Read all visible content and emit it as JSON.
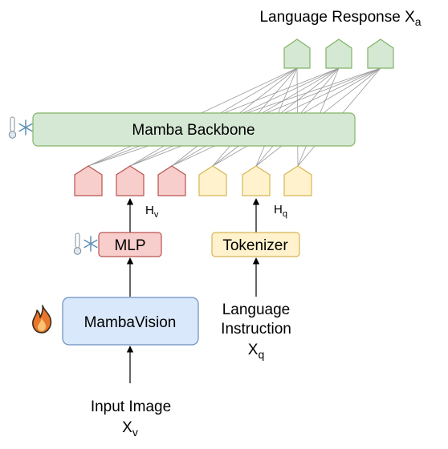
{
  "output": {
    "label": "Language Response X",
    "label_sub": "a"
  },
  "backbone": {
    "label": "Mamba Backbone",
    "state": "frozen",
    "state_icon": "snowflake-thermometer-icon"
  },
  "mlp": {
    "label": "MLP",
    "state": "frozen",
    "state_icon": "snowflake-thermometer-icon"
  },
  "tokenizer": {
    "label": "Tokenizer"
  },
  "vision": {
    "label": "MambaVision",
    "state": "trainable",
    "state_icon": "flame-icon"
  },
  "hv": {
    "label": "H",
    "sub": "v"
  },
  "hq": {
    "label": "H",
    "sub": "q"
  },
  "instruction": {
    "line1": "Language",
    "line2": "Instruction",
    "line3": "X",
    "line3_sub": "q"
  },
  "image_input": {
    "line1": "Input Image",
    "line2": "X",
    "line2_sub": "v"
  },
  "colors": {
    "green_fill": "#d5e8d4",
    "green_stroke": "#82b366",
    "red_fill": "#f8cecc",
    "red_stroke": "#b85450",
    "yellow_fill": "#fff2cc",
    "yellow_stroke": "#d6b656",
    "blue_fill": "#dae8fc",
    "blue_stroke": "#6c8ebf",
    "flame_outer": "#e8762c",
    "flame_inner": "#f8c373"
  }
}
